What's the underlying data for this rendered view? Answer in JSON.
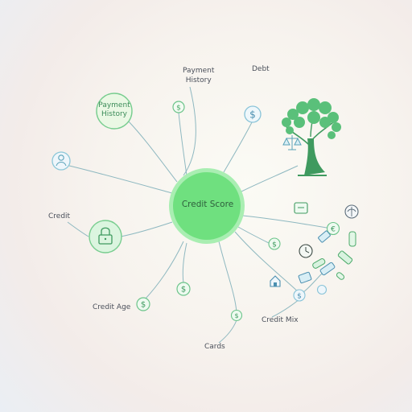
{
  "center": {
    "label": "Credit Score"
  },
  "labels": {
    "payment_history_top": "Payment\nHistory",
    "payment_history_bubble": "Payment\nHistory",
    "debt": "Debt",
    "credit": "Credit",
    "credit_age": "Credit Age",
    "cards": "Cards",
    "credit_mix": "Credit Mix"
  },
  "icons": {
    "dollar": "$",
    "euro": "€",
    "lock": "lock-icon",
    "person": "person-icon",
    "tree": "tree-icon",
    "scale": "balance-scale-icon",
    "house": "house-icon",
    "chat": "chat-icon",
    "clock": "clock-icon",
    "brain": "brain-icon",
    "pill": "pill-icon",
    "card": "card-icon"
  },
  "colors": {
    "center_fill": "#6fe07f",
    "center_ring": "#a9eeb2",
    "line": "#8eb8c0",
    "green": "#59c574",
    "blue_ring": "#88c3d8",
    "tree": "#3f9a5f"
  }
}
